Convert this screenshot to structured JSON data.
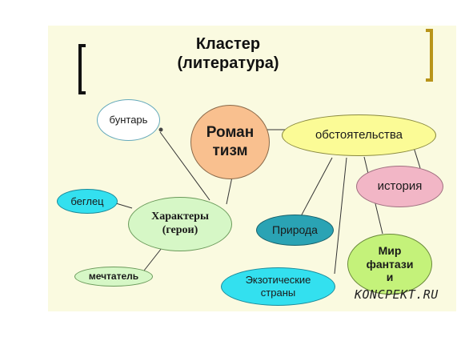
{
  "title": {
    "line1": "Кластер",
    "line2": "(литература)"
  },
  "nodes": {
    "romanticism": {
      "line1": "Роман",
      "line2": "тизм"
    },
    "circumstances": "обстоятельства",
    "rebel": "бунтарь",
    "fugitive": "беглец",
    "characters": {
      "line1": "Характеры",
      "line2": "(герои)"
    },
    "history": "история",
    "nature": "Природа",
    "dreamer": "мечтатель",
    "exotic": {
      "line1": "Экзотические",
      "line2": "страны"
    },
    "fantasy": {
      "line1": "Мир",
      "line2": "фантази",
      "line3": "и"
    }
  },
  "colors": {
    "slide_bg": "#fafae0",
    "romanticism": "#f9c08f",
    "circumstances": "#fbfb96",
    "small_cyan": "#33e0ef",
    "characters": "#d6f7c6",
    "history": "#f2b6c6",
    "nature": "#2aa3b4",
    "fantasy": "#c4f27a",
    "bracket_left": "#111111",
    "bracket_right": "#b8941a"
  },
  "watermark": "KONCPEKT.RU"
}
